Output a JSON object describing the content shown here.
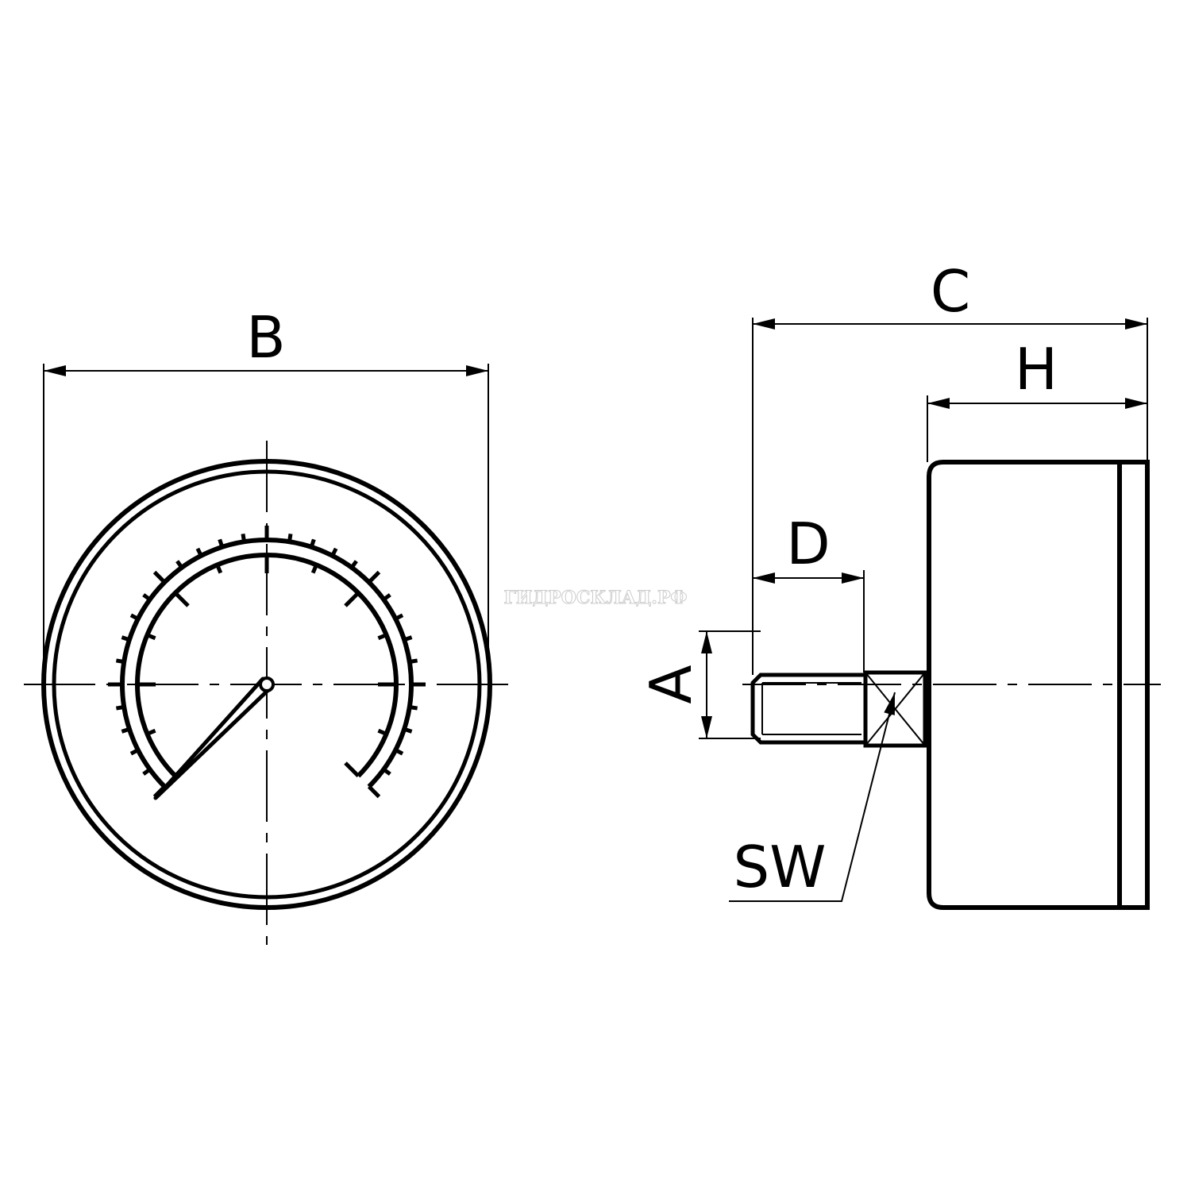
{
  "front_view": {
    "dimension_label": "B"
  },
  "side_view": {
    "overall_length_label": "C",
    "case_depth_label": "H",
    "thread_length_label": "D",
    "thread_diameter_label": "A",
    "wrench_size_label": "SW"
  },
  "watermark": "ГИДРОСКЛАД.РФ",
  "colors": {
    "line": "#000000",
    "background": "#ffffff"
  }
}
